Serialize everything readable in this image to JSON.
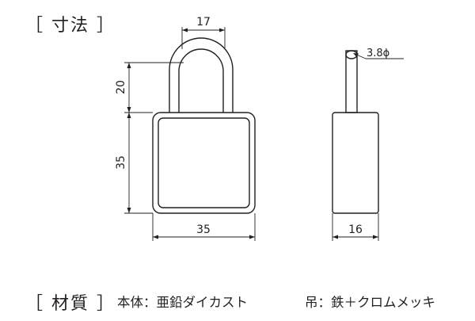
{
  "section_dimensions": {
    "title": "［ 寸法 ］"
  },
  "dimensions": {
    "shackle_width": "17",
    "shackle_height": "20",
    "body_height": "35",
    "body_width": "35",
    "side_thickness": "16",
    "shackle_diameter": "3.8ϕ"
  },
  "section_materials": {
    "title": "［ 材質 ］",
    "body": "本体：亜鉛ダイカスト",
    "shackle": "吊：鉄＋クロムメッキ"
  },
  "colors": {
    "line": "#231f20",
    "background": "#ffffff"
  }
}
